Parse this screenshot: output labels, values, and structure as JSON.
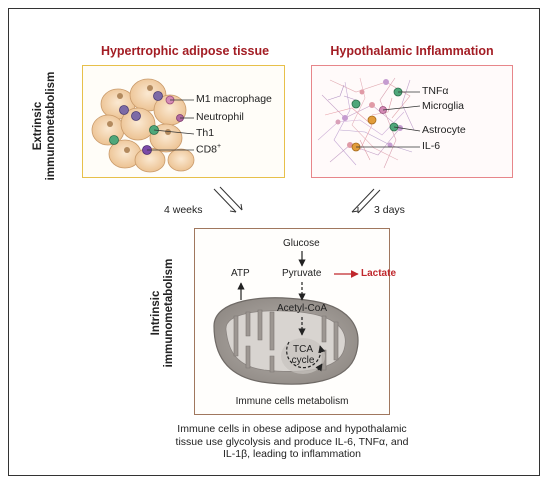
{
  "extrinsic": {
    "side_label_line1": "Extrinsic",
    "side_label_line2": "immunometabolism"
  },
  "intrinsic": {
    "side_label_line1": "Intrinsic",
    "side_label_line2": "immunometabolism"
  },
  "adipose_panel": {
    "title": "Hypertrophic adipose tissue",
    "labels": [
      "M1 macrophage",
      "Neutrophil",
      "Th1",
      "CD8"
    ],
    "cd8_superscript": "+",
    "border_color": "#e7c04a"
  },
  "hypothalamic_panel": {
    "title": "Hypothalamic Inflammation",
    "labels": [
      "TNFα",
      "Microglia",
      "Astrocyte",
      "IL-6"
    ],
    "border_color": "#e7868a"
  },
  "transitions": {
    "left": "4 weeks",
    "right": "3 days"
  },
  "metabolism_panel": {
    "glucose": "Glucose",
    "pyruvate": "Pyruvate",
    "lactate": "Lactate",
    "atp": "ATP",
    "acetyl_coa": "Acetyl-CoA",
    "tca_line1": "TCA",
    "tca_line2": "cycle",
    "caption": "Immune cells metabolism",
    "lactate_color": "#c0282d",
    "border_color": "#a0775e"
  },
  "summary": {
    "line1": "Immune cells in obese adipose and hypothalamic",
    "line2": "tissue use glycolysis and produce IL-6, TNFα, and",
    "line3": "IL-1β, leading to inflammation"
  }
}
